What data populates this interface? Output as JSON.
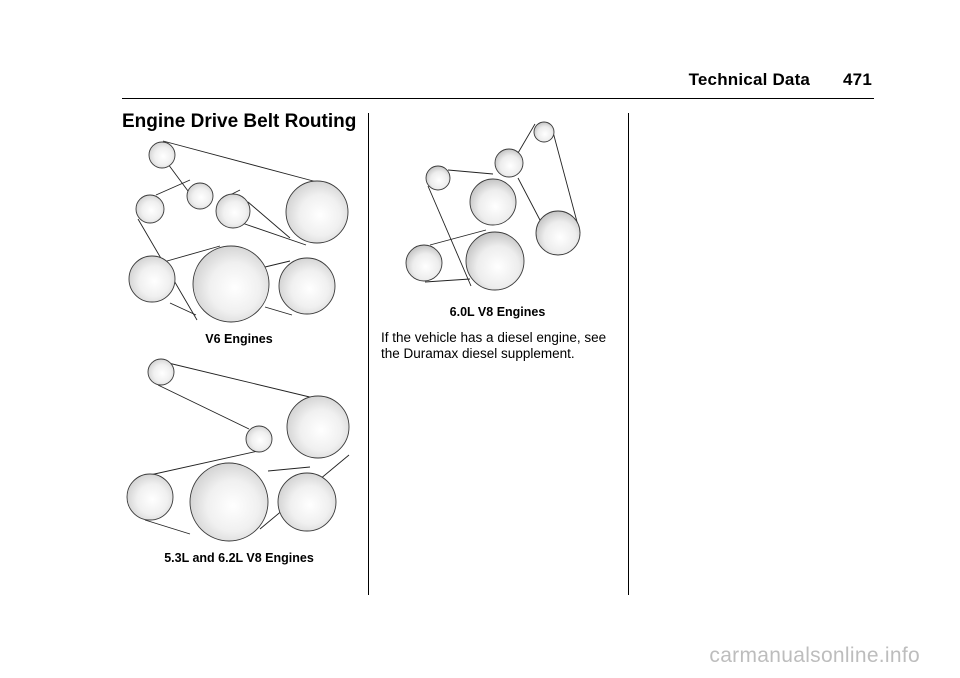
{
  "header": {
    "section": "Technical Data",
    "page_number": "471"
  },
  "section_title": "Engine Drive Belt Routing",
  "figures": [
    {
      "caption": "V6 Engines"
    },
    {
      "caption": "5.3L and 6.2L V8 Engines"
    },
    {
      "caption": "6.0L V8 Engines"
    }
  ],
  "body_text": "If the vehicle has a diesel engine, see the Duramax diesel supplement.",
  "watermark": "carmanualsonline.info"
}
